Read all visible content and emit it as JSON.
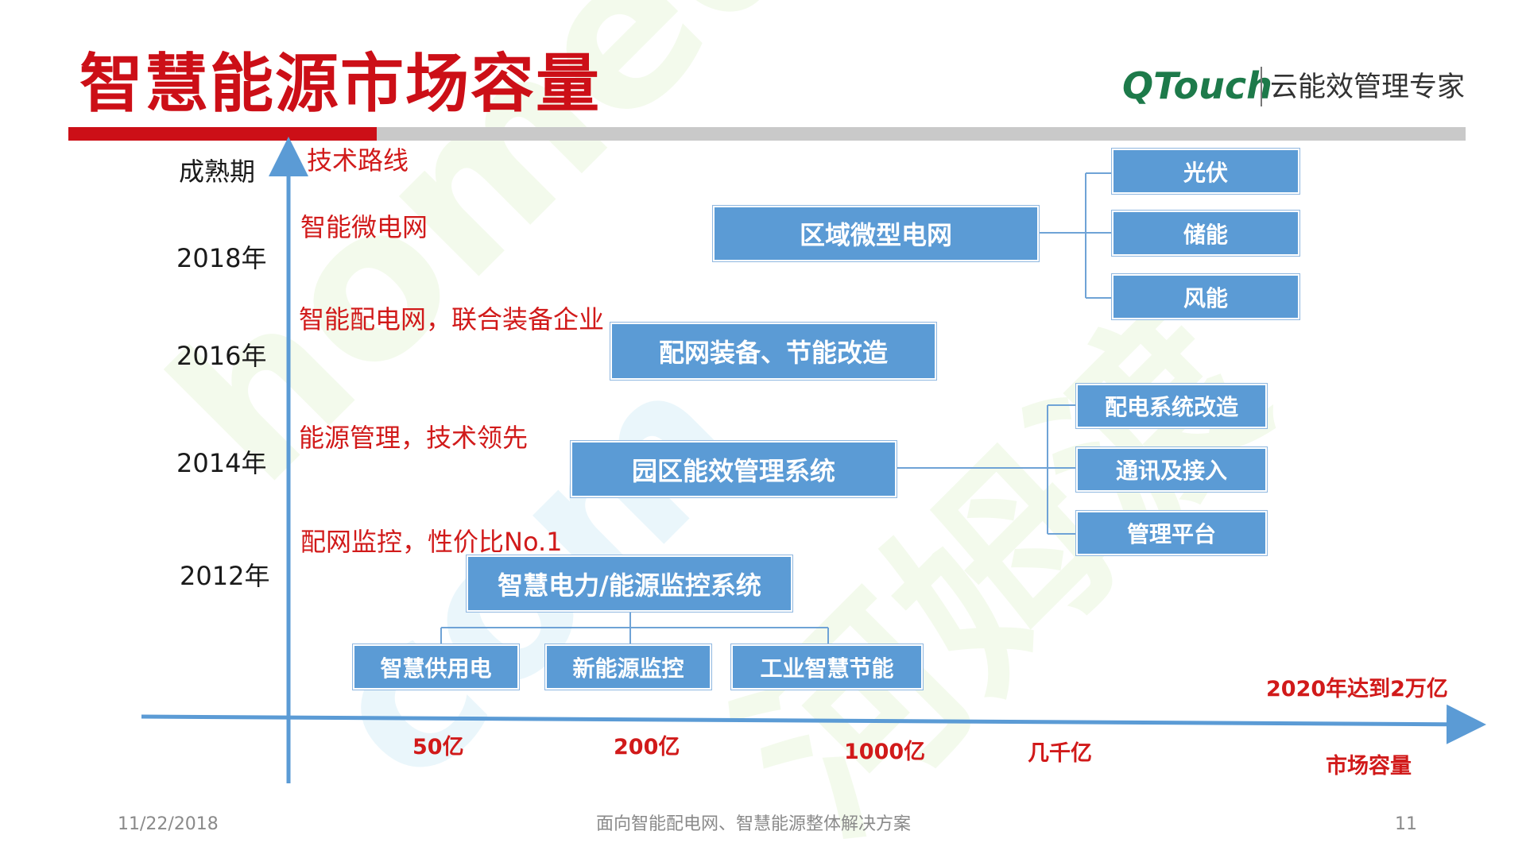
{
  "header": {
    "title": "智慧能源市场容量",
    "logo_brand": "QTouch",
    "logo_tagline": "云能效管理专家"
  },
  "watermark": {
    "text": "hom edo. co m 河姆渡"
  },
  "y_axis": {
    "title": "技术路线",
    "top_label": "成熟期",
    "ticks": [
      "2018年",
      "2016年",
      "2014年",
      "2012年"
    ]
  },
  "x_axis": {
    "title": "市场容量",
    "ticks": [
      "50亿",
      "200亿",
      "1000亿",
      "几千亿"
    ],
    "end_note": "2020年达到2万亿"
  },
  "stages": [
    {
      "caption": "智能微电网",
      "main": "区域微型电网",
      "children": [
        "光伏",
        "储能",
        "风能"
      ]
    },
    {
      "caption": "智能配电网，联合装备企业",
      "main": "配网装备、节能改造",
      "children": []
    },
    {
      "caption": "能源管理，技术领先",
      "main": "园区能效管理系统",
      "children": [
        "配电系统改造",
        "通讯及接入",
        "管理平台"
      ]
    },
    {
      "caption": "配网监控，性价比No.1",
      "main": "智慧电力/能源监控系统",
      "children": [
        "智慧供用电",
        "新能源监控",
        "工业智慧节能"
      ]
    }
  ],
  "footer": {
    "date": "11/22/2018",
    "subtitle": "面向智能配电网、智慧能源整体解决方案",
    "page": "11"
  },
  "colors": {
    "accent_red": "#cc0f17",
    "box_blue": "#5b9bd5",
    "axis_blue": "#5b9bd5",
    "connector": "#6fa3d6"
  }
}
